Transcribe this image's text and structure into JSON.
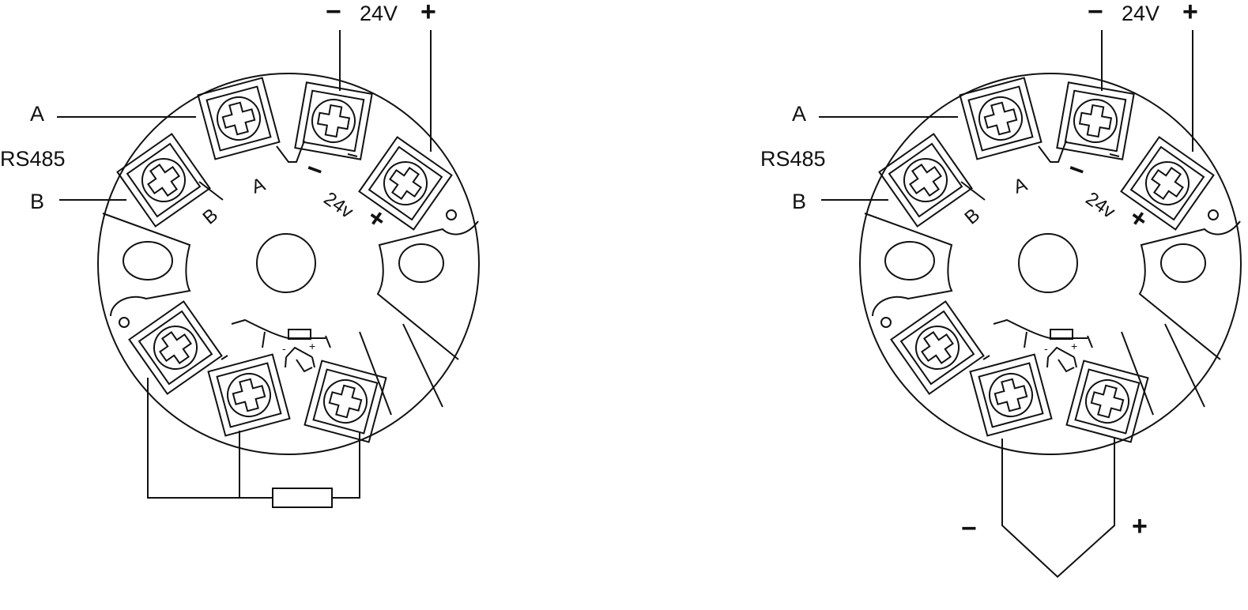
{
  "colors": {
    "line": "#111111",
    "background": "#ffffff"
  },
  "diagrams": [
    {
      "supply": {
        "minus": "−",
        "voltage": "24V",
        "plus": "+"
      },
      "bus": {
        "a": "A",
        "name": "RS485",
        "b": "B"
      },
      "board": {
        "a": "A",
        "b": "B",
        "minus": "−",
        "voltage": "24v",
        "plus": "+",
        "sensor_minus": "-",
        "sensor_plus": "+"
      }
    },
    {
      "supply": {
        "minus": "−",
        "voltage": "24V",
        "plus": "+"
      },
      "bus": {
        "a": "A",
        "name": "RS485",
        "b": "B"
      },
      "board": {
        "a": "A",
        "b": "B",
        "minus": "−",
        "voltage": "24v",
        "plus": "+",
        "sensor_minus": "-",
        "sensor_plus": "+"
      },
      "input": {
        "minus": "−",
        "plus": "+"
      }
    }
  ]
}
